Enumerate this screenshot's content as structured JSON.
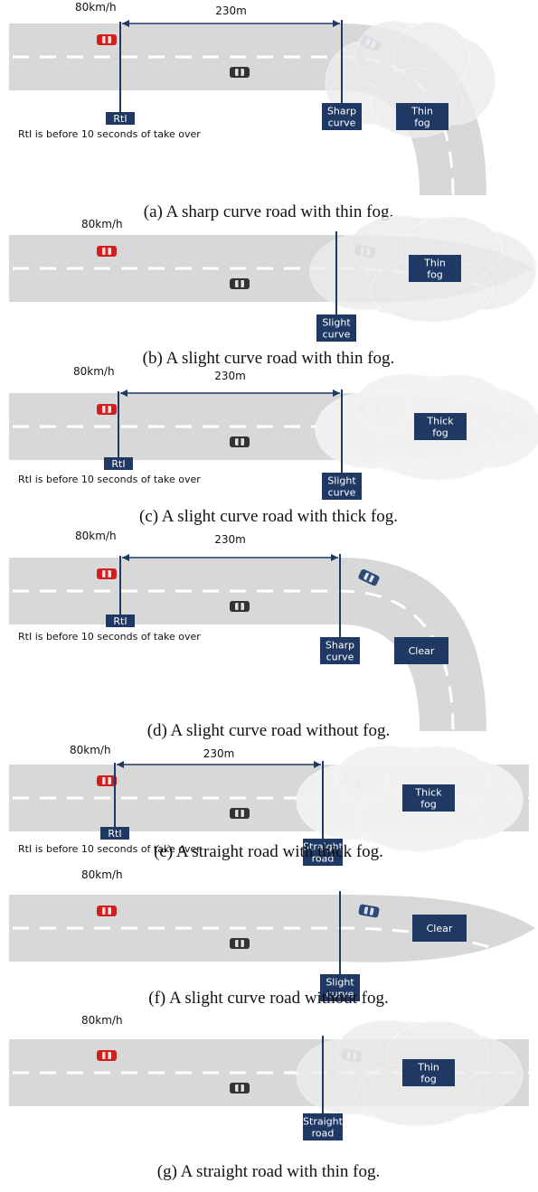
{
  "colors": {
    "road": "#d8d8d8",
    "lane_mark": "#ffffff",
    "label_bg": "#1f3864",
    "line": "#1f3864",
    "car_red": "#d11f1f",
    "car_dark": "#333333",
    "car_blue": "#2e4a7a",
    "fog": "#eeeeee"
  },
  "panels": [
    {
      "id": "a",
      "speed": "80km/h",
      "distance": "230m",
      "rti_label": "RtI",
      "rti_note": "RtI is before 10 seconds of take over",
      "road_label": [
        "Sharp",
        "curve"
      ],
      "weather_label": [
        "Thin",
        "fog"
      ],
      "caption": "(a) A sharp curve road with thin fog."
    },
    {
      "id": "b",
      "speed": "80km/h",
      "road_label": [
        "Slight",
        "curve"
      ],
      "weather_label": [
        "Thin",
        "fog"
      ],
      "caption": "(b) A slight curve road with thin fog."
    },
    {
      "id": "c",
      "speed": "80km/h",
      "distance": "230m",
      "rti_label": "RtI",
      "rti_note": "RtI is before 10 seconds of take over",
      "road_label": [
        "Slight",
        "curve"
      ],
      "weather_label": [
        "Thick",
        "fog"
      ],
      "caption": "(c) A slight curve road with thick fog."
    },
    {
      "id": "d",
      "speed": "80km/h",
      "distance": "230m",
      "rti_label": "RtI",
      "rti_note": "RtI is before 10 seconds of take over",
      "road_label": [
        "Sharp",
        "curve"
      ],
      "weather_label": [
        "Clear"
      ],
      "caption": "(d) A slight curve road without fog."
    },
    {
      "id": "e",
      "speed": "80km/h",
      "distance": "230m",
      "rti_label": "RtI",
      "rti_note": "RtI is before 10 seconds of take over",
      "road_label": [
        "Straight",
        "road"
      ],
      "weather_label": [
        "Thick",
        "fog"
      ],
      "caption": "(e) A straight road with thick fog."
    },
    {
      "id": "f",
      "speed": "80km/h",
      "road_label": [
        "Slight",
        "curve"
      ],
      "weather_label": [
        "Clear"
      ],
      "caption": "(f) A slight curve road without fog."
    },
    {
      "id": "g",
      "speed": "80km/h",
      "road_label": [
        "Straight",
        "road"
      ],
      "weather_label": [
        "Thin",
        "fog"
      ],
      "caption": "(g) A straight road with thin fog."
    }
  ]
}
